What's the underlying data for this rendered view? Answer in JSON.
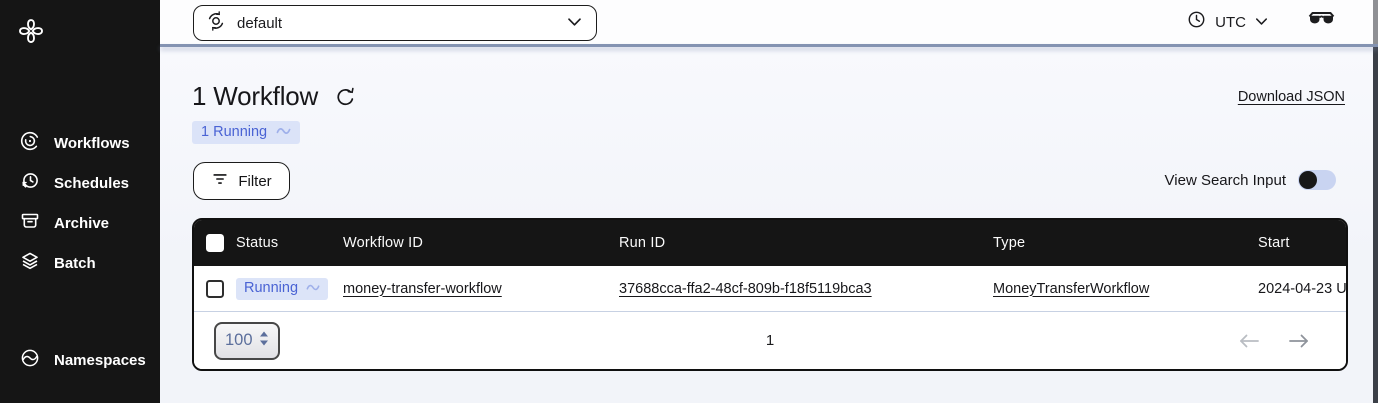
{
  "sidebar": {
    "logo_icon": "temporal-logo-icon",
    "items": [
      {
        "label": "Workflows",
        "icon": "workflows-icon"
      },
      {
        "label": "Schedules",
        "icon": "schedules-icon"
      },
      {
        "label": "Archive",
        "icon": "archive-icon"
      },
      {
        "label": "Batch",
        "icon": "batch-icon"
      }
    ],
    "bottom_items": [
      {
        "label": "Namespaces",
        "icon": "namespaces-icon"
      }
    ]
  },
  "topbar": {
    "namespace_selector": {
      "value": "default",
      "icon": "namespace-switcher-icon",
      "chevron": "chevron-down-icon"
    },
    "timezone": {
      "label": "UTC",
      "icon": "clock-icon",
      "chevron": "chevron-down-icon"
    },
    "labs_icon": "glasses-icon"
  },
  "header": {
    "title": "1 Workflow",
    "refresh_icon": "refresh-icon",
    "running_badge": "1 Running",
    "running_badge_icon": "pulse-icon",
    "download_link": "Download JSON"
  },
  "toolbar": {
    "filter_button": "Filter",
    "filter_icon": "filter-lines-icon",
    "view_search_input_label": "View Search Input",
    "toggle_state": "off"
  },
  "table": {
    "headers": [
      "Status",
      "Workflow ID",
      "Run ID",
      "Type",
      "Start"
    ],
    "rows": [
      {
        "status": "Running",
        "workflow_id": "money-transfer-workflow",
        "run_id": "37688cca-ffa2-48cf-809b-f18f5119bca3",
        "type": "MoneyTransferWorkflow",
        "start": "2024-04-23 U"
      }
    ],
    "pagination": {
      "page_size": "100",
      "current_page": "1",
      "prev_icon": "arrow-left-icon",
      "next_icon": "arrow-right-icon"
    }
  },
  "colors": {
    "sidebar_bg": "#151515",
    "table_header_bg": "#151515",
    "accent_blue": "#4a63d4",
    "badge_bg": "#dbe3f8",
    "divider": "#8493b2",
    "page_bg": "#f2f4f9",
    "toggle_track": "#c9d4f1"
  }
}
